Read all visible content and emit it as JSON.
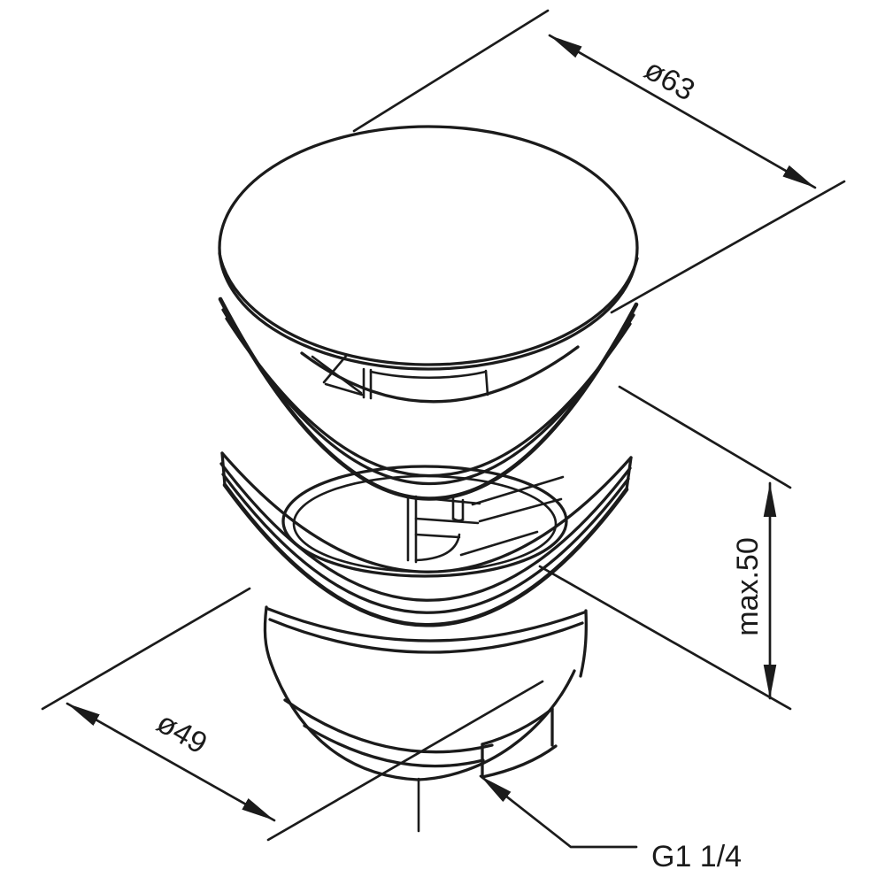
{
  "drawing": {
    "description": "Technical line drawing of a click-clack basin pop-up waste valve (dome cap, slotted neck, flange with spider and screw, body, threaded tailpiece) with dimension annotations",
    "dimensions": {
      "cap_diameter_label": "ø63",
      "max_clamp_label": "max.50",
      "flange_diameter_label": "ø49",
      "thread_label": "G1 1/4"
    },
    "colors": {
      "line": "#1b1b1b",
      "background": "#ffffff"
    }
  }
}
